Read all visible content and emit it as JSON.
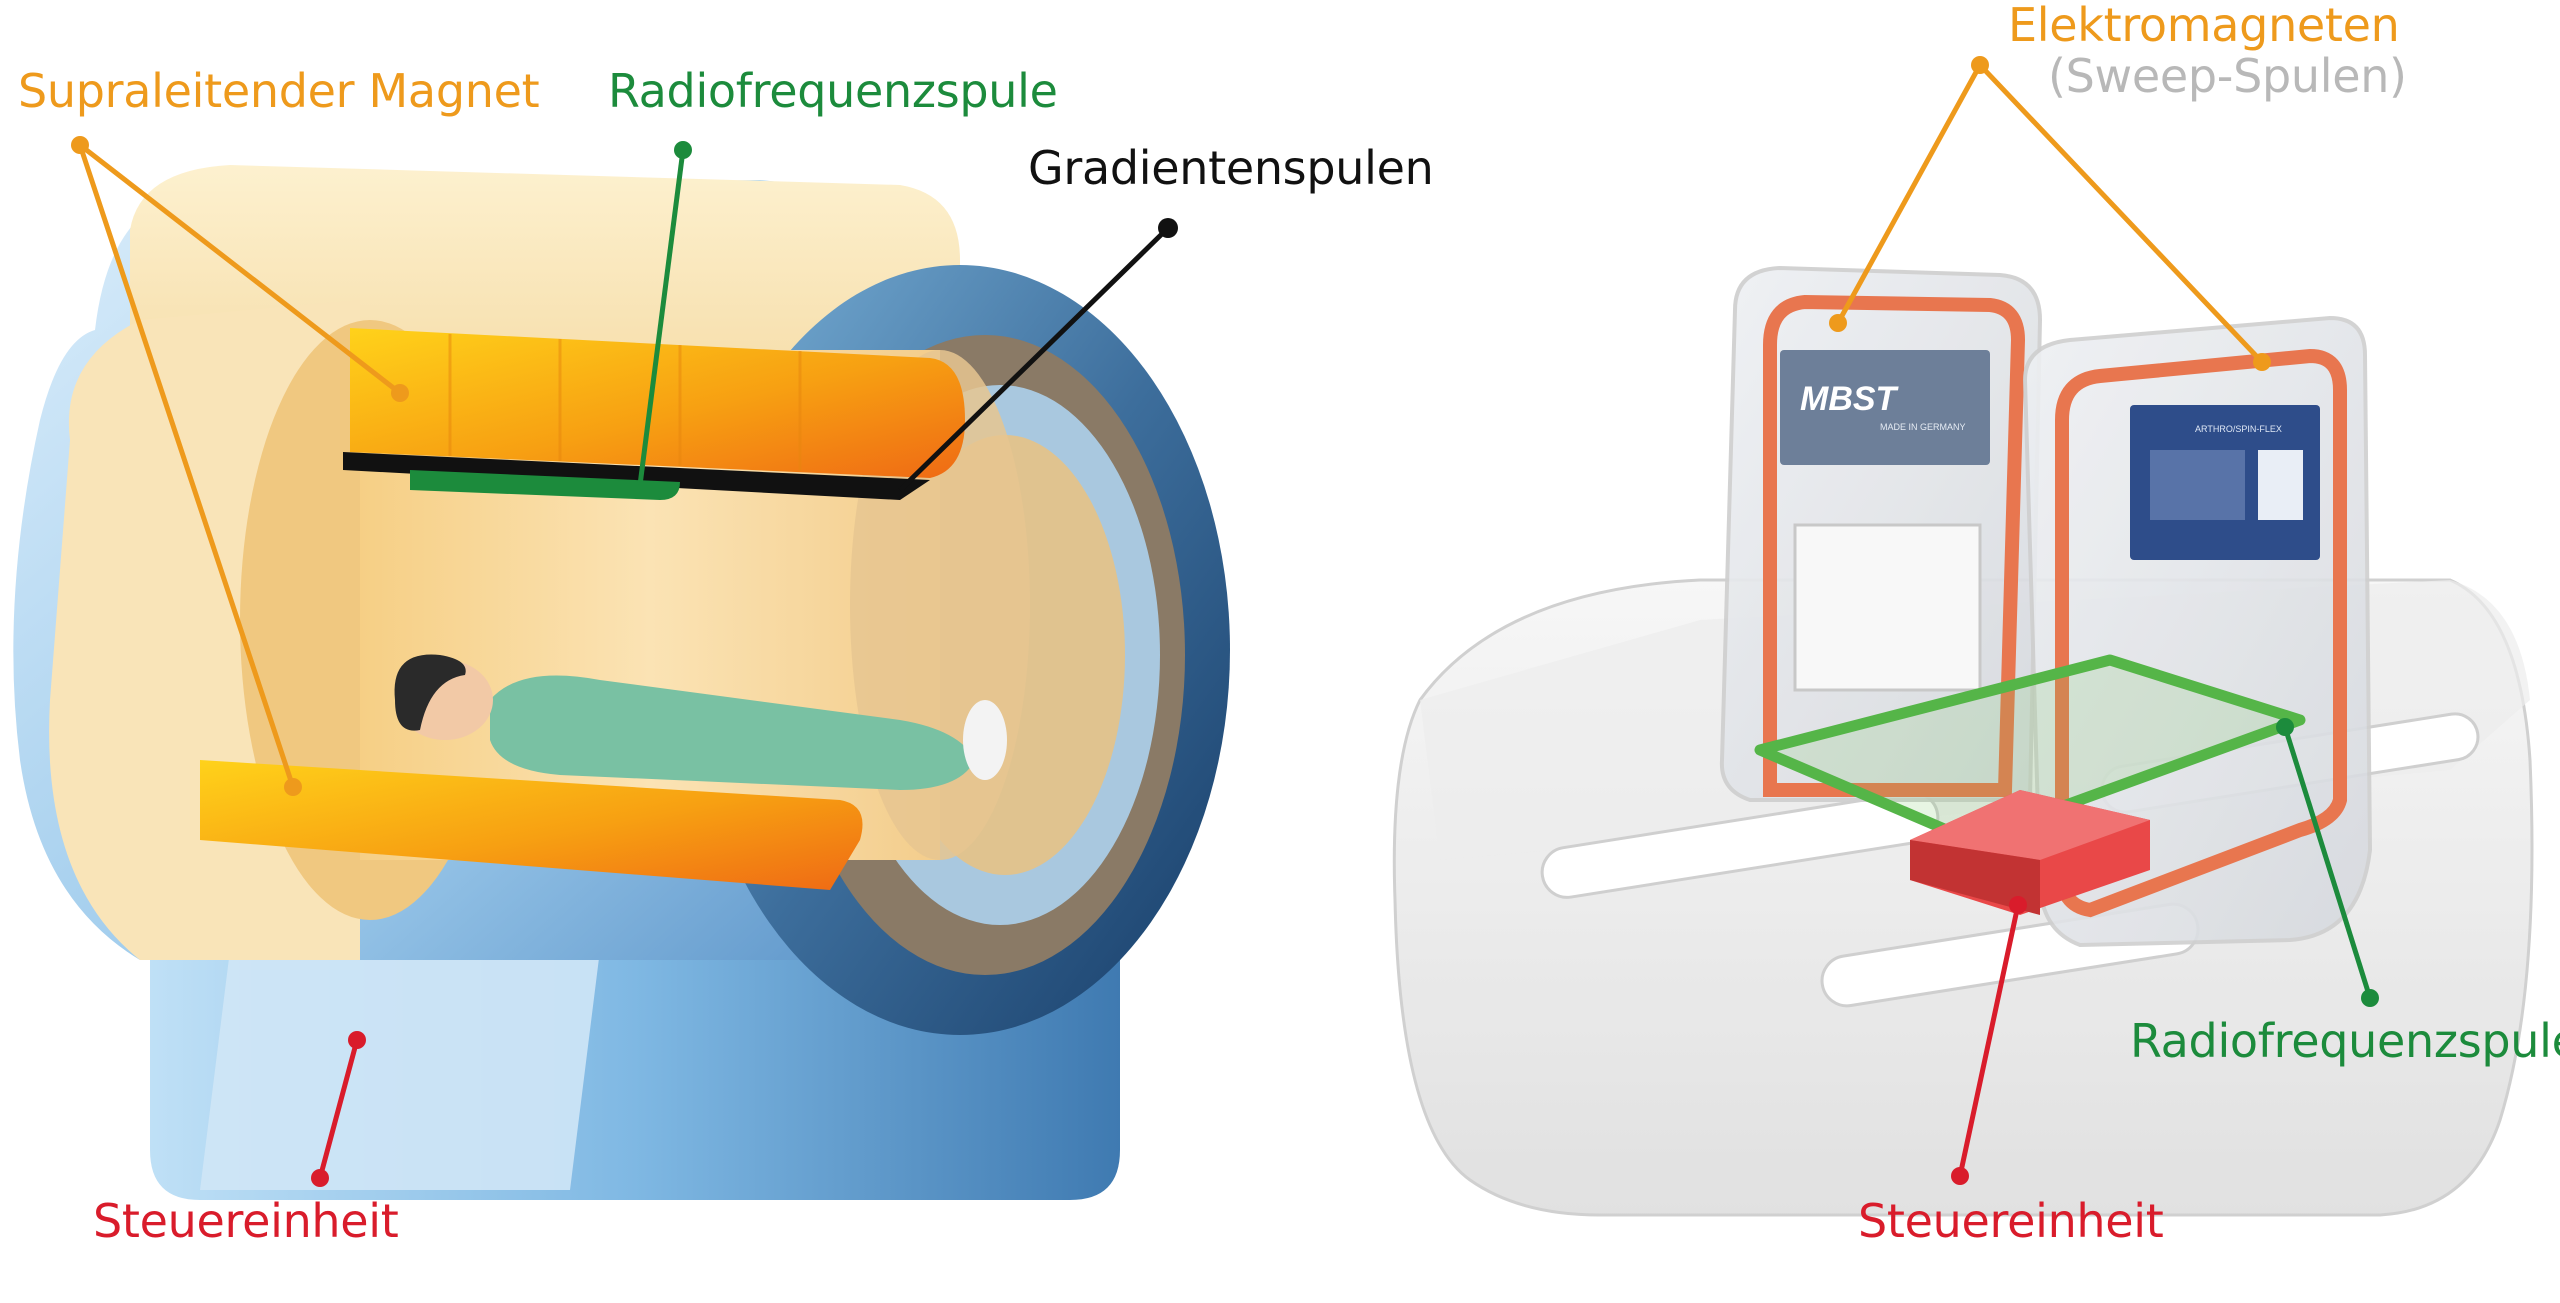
{
  "labels": {
    "left": {
      "supraleitender_magnet": "Supraleitender Magnet",
      "radiofrequenzspule": "Radiofrequenzspule",
      "gradientenspulen": "Gradientenspulen",
      "steuereinheit": "Steuereinheit"
    },
    "right": {
      "elektromagneten": "Elektromagneten",
      "sweep_spulen": "(Sweep-Spulen)",
      "radiofrequenzspule": "Radiofrequenzspule",
      "steuereinheit": "Steuereinheit"
    }
  },
  "device": {
    "logo": "MBST",
    "logo_sub": "MADE IN GERMANY",
    "panel_title": "ARTHRO/SPIN-FLEX"
  },
  "colors": {
    "magnet": "#ee9a1c",
    "rf_coil": "#1c8b3c",
    "gradient": "#111111",
    "control": "#d91c2b",
    "sweep": "#b8b8b8",
    "scanner_blue": "#3d6e9c",
    "coil_red": "#e8764f"
  }
}
